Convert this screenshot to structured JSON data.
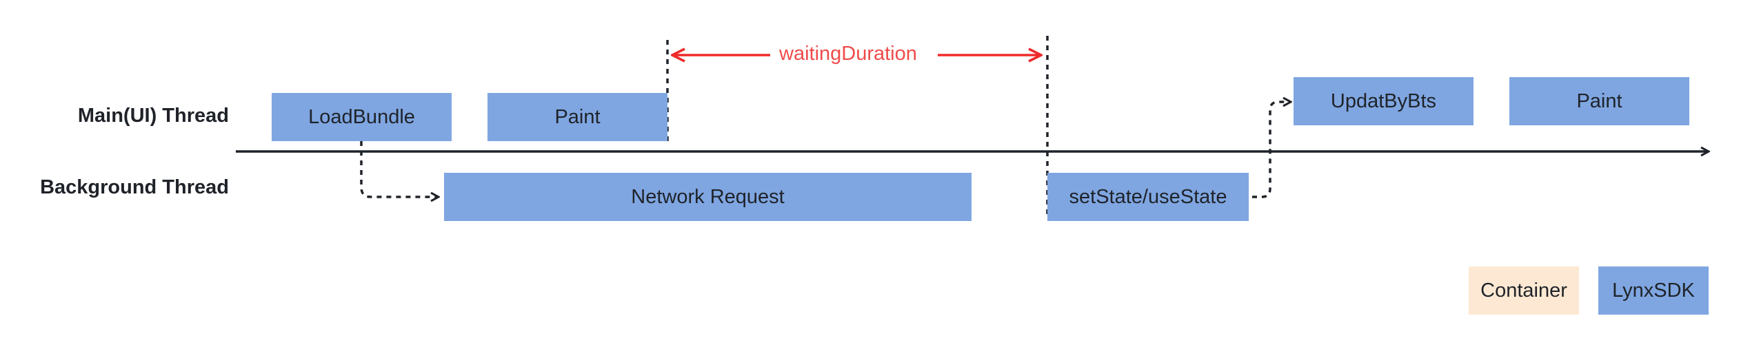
{
  "threads": {
    "main": "Main(UI) Thread",
    "background": "Background Thread"
  },
  "boxes": {
    "load_bundle": "LoadBundle",
    "paint_1": "Paint",
    "network_request": "Network Request",
    "set_state": "setState/useState",
    "update_by_bts": "UpdatByBts",
    "paint_2": "Paint"
  },
  "waiting_duration": "waitingDuration",
  "legend": {
    "container": "Container",
    "lynx_sdk": "LynxSDK"
  },
  "colors": {
    "lynx_sdk": "#7fa6e1",
    "container": "#fde9d3",
    "waiting": "#ef2a2a",
    "line": "#1f2329"
  }
}
